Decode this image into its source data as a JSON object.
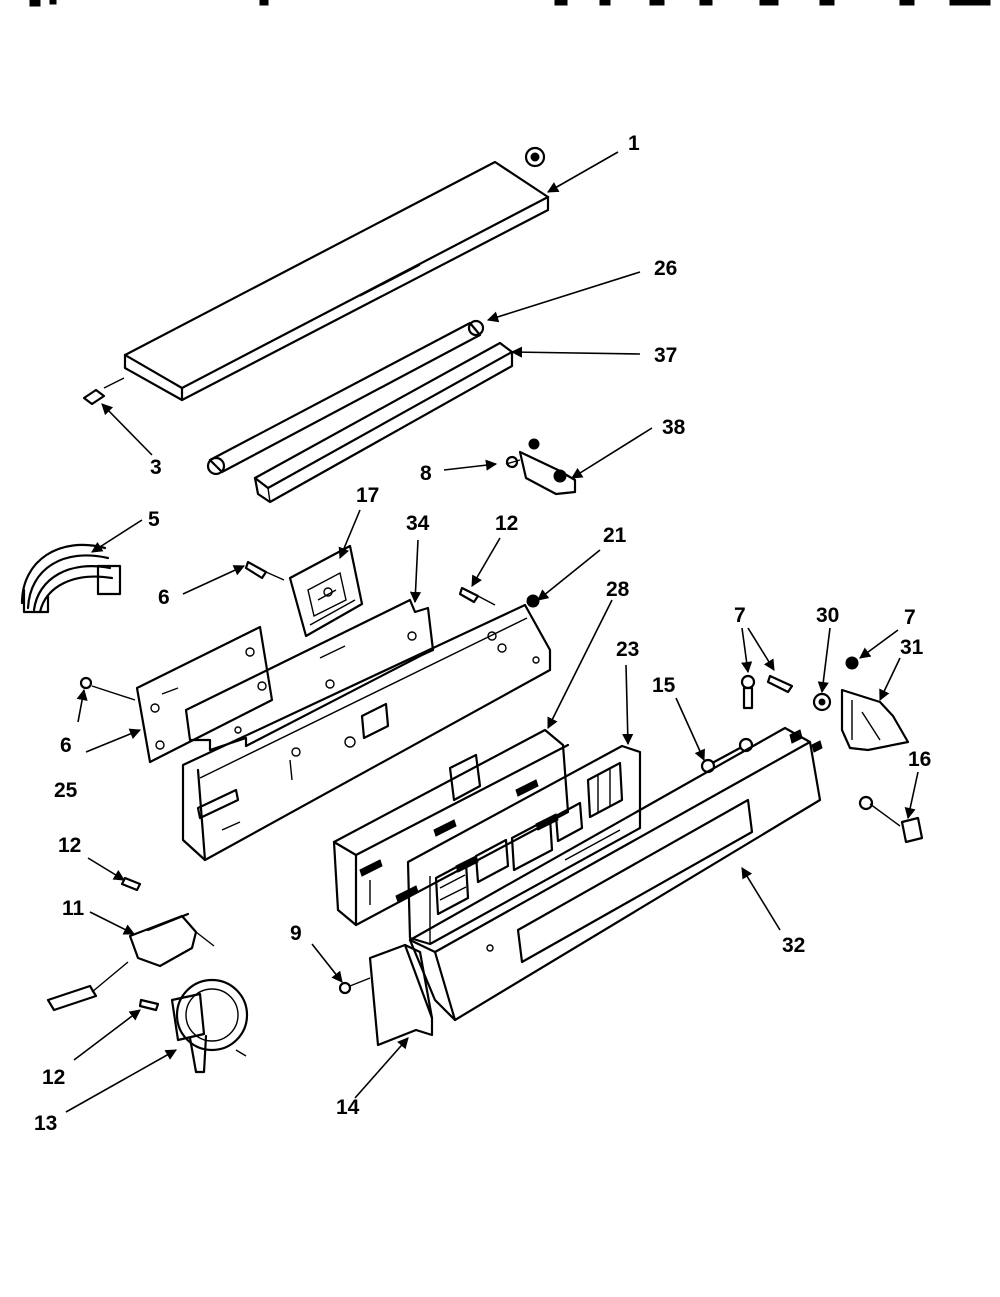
{
  "callouts": [
    {
      "id": "c1",
      "label": "1"
    },
    {
      "id": "c26",
      "label": "26"
    },
    {
      "id": "c37",
      "label": "37"
    },
    {
      "id": "c3",
      "label": "3"
    },
    {
      "id": "c38",
      "label": "38"
    },
    {
      "id": "c8",
      "label": "8"
    },
    {
      "id": "c5",
      "label": "5"
    },
    {
      "id": "c17",
      "label": "17"
    },
    {
      "id": "c34",
      "label": "34"
    },
    {
      "id": "c12a",
      "label": "12"
    },
    {
      "id": "c21",
      "label": "21"
    },
    {
      "id": "c28",
      "label": "28"
    },
    {
      "id": "c6a",
      "label": "6"
    },
    {
      "id": "c6b",
      "label": "6"
    },
    {
      "id": "c25",
      "label": "25"
    },
    {
      "id": "c23",
      "label": "23"
    },
    {
      "id": "c7a",
      "label": "7"
    },
    {
      "id": "c30",
      "label": "30"
    },
    {
      "id": "c7b",
      "label": "7"
    },
    {
      "id": "c31",
      "label": "31"
    },
    {
      "id": "c15",
      "label": "15"
    },
    {
      "id": "c16",
      "label": "16"
    },
    {
      "id": "c12b",
      "label": "12"
    },
    {
      "id": "c11",
      "label": "11"
    },
    {
      "id": "c9",
      "label": "9"
    },
    {
      "id": "c32",
      "label": "32"
    },
    {
      "id": "c12c",
      "label": "12"
    },
    {
      "id": "c13",
      "label": "13"
    },
    {
      "id": "c14",
      "label": "14"
    }
  ]
}
